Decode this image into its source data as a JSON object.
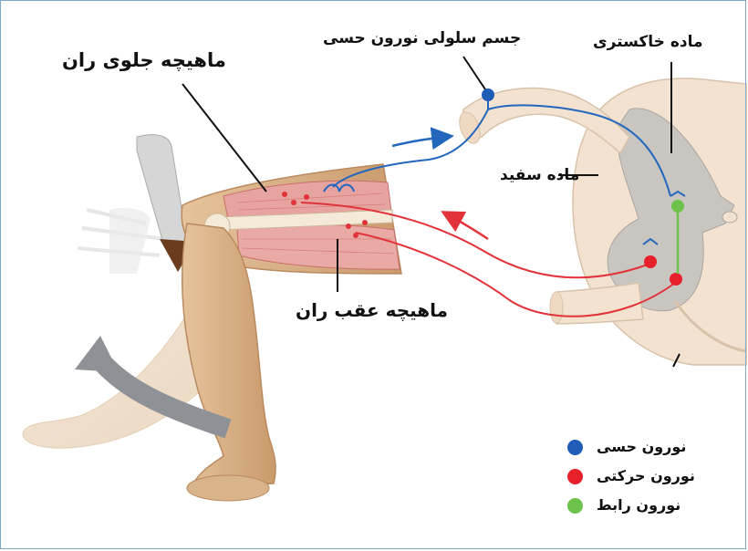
{
  "labels": {
    "quadriceps": "ماهیچه جلوی ران",
    "hamstring": "ماهیچه عقب ران",
    "sensory_cell_body": "جسم سلولی نورون حسی",
    "gray_matter": "ماده خاکستری",
    "white_matter": "ماده سفید"
  },
  "legend": [
    {
      "label": "نورون حسی",
      "color": "#1f5db8"
    },
    {
      "label": "نورون حرکتی",
      "color": "#e8202a"
    },
    {
      "label": "نورون رابط",
      "color": "#6cc24a"
    }
  ],
  "colors": {
    "sensory": "#2367bd",
    "motor": "#e2323a",
    "interneuron": "#6cc24a",
    "skin": "#d9b48a",
    "muscle": "#e7a3a0",
    "spinal_white": "#f3e2cf",
    "spinal_gray": "#c9c6c2"
  }
}
